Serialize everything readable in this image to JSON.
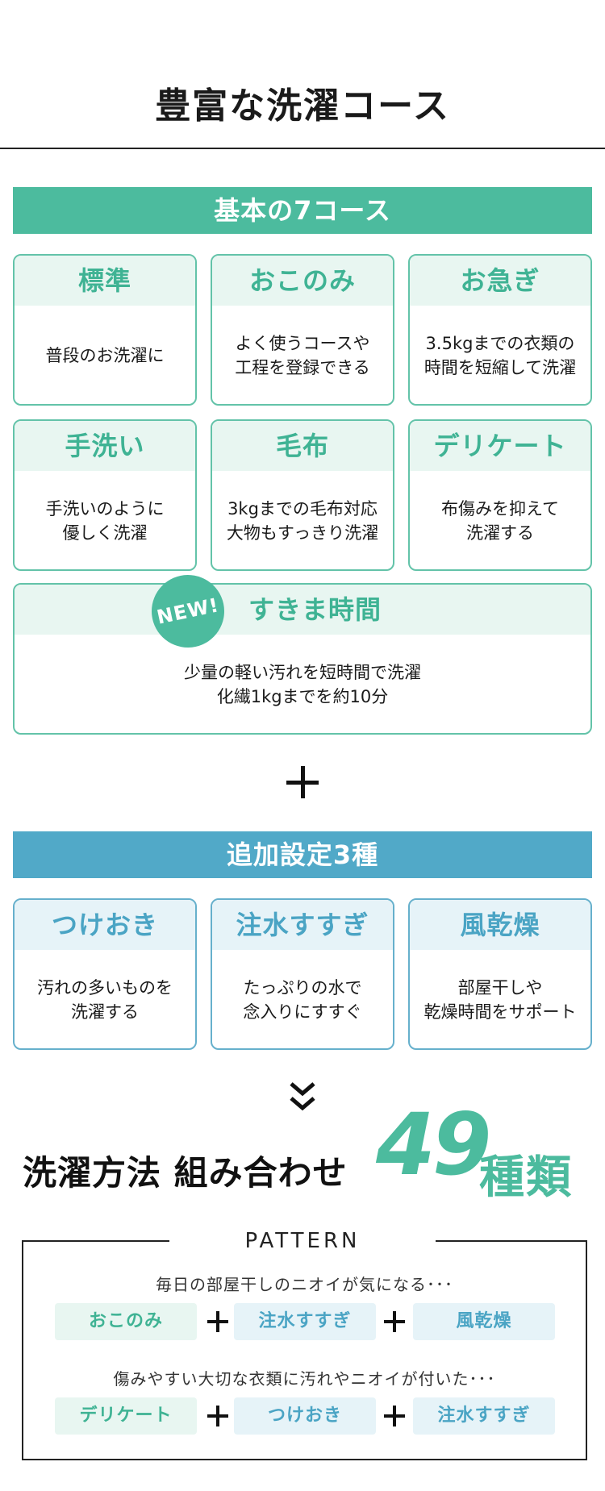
{
  "title": "豊富な洗濯コース",
  "basic": {
    "band_label": "基本の7コース",
    "courses": [
      {
        "name": "標準",
        "desc": "普段のお洗濯に"
      },
      {
        "name": "おこのみ",
        "desc": "よく使うコースや\n工程を登録できる"
      },
      {
        "name": "お急ぎ",
        "desc": "3.5kgまでの衣類の\n時間を短縮して洗濯"
      },
      {
        "name": "手洗い",
        "desc": "手洗いのように\n優しく洗濯"
      },
      {
        "name": "毛布",
        "desc": "3kgまでの毛布対応\n大物もすっきり洗濯"
      },
      {
        "name": "デリケート",
        "desc": "布傷みを抑えて\n洗濯する"
      }
    ],
    "new_course": {
      "badge": "NEW!",
      "name": "すきま時間",
      "desc": "少量の軽い汚れを短時間で洗濯\n化繊1kgまでを約10分"
    }
  },
  "extra": {
    "band_label": "追加設定3種",
    "settings": [
      {
        "name": "つけおき",
        "desc": "汚れの多いものを\n洗濯する"
      },
      {
        "name": "注水すすぎ",
        "desc": "たっぷりの水で\n念入りにすすぐ"
      },
      {
        "name": "風乾燥",
        "desc": "部屋干しや\n乾燥時間をサポート"
      }
    ]
  },
  "result": {
    "text": "洗濯方法 組み合わせ",
    "number": "49",
    "unit": "種類"
  },
  "pattern": {
    "label": "PATTERN",
    "rows": [
      {
        "caption": "毎日の部屋干しのニオイが気になる･･･",
        "chips": [
          "おこのみ",
          "注水すすぎ",
          "風乾燥"
        ]
      },
      {
        "caption": "傷みやすい大切な衣類に汚れやニオイが付いた･･･",
        "chips": [
          "デリケート",
          "つけおき",
          "注水すすぎ"
        ]
      }
    ]
  },
  "colors": {
    "green": "#4cbb9e",
    "blue": "#51a9c8"
  },
  "icons": {
    "plus": "plus-icon",
    "chevron": "double-chevron-down-icon"
  }
}
